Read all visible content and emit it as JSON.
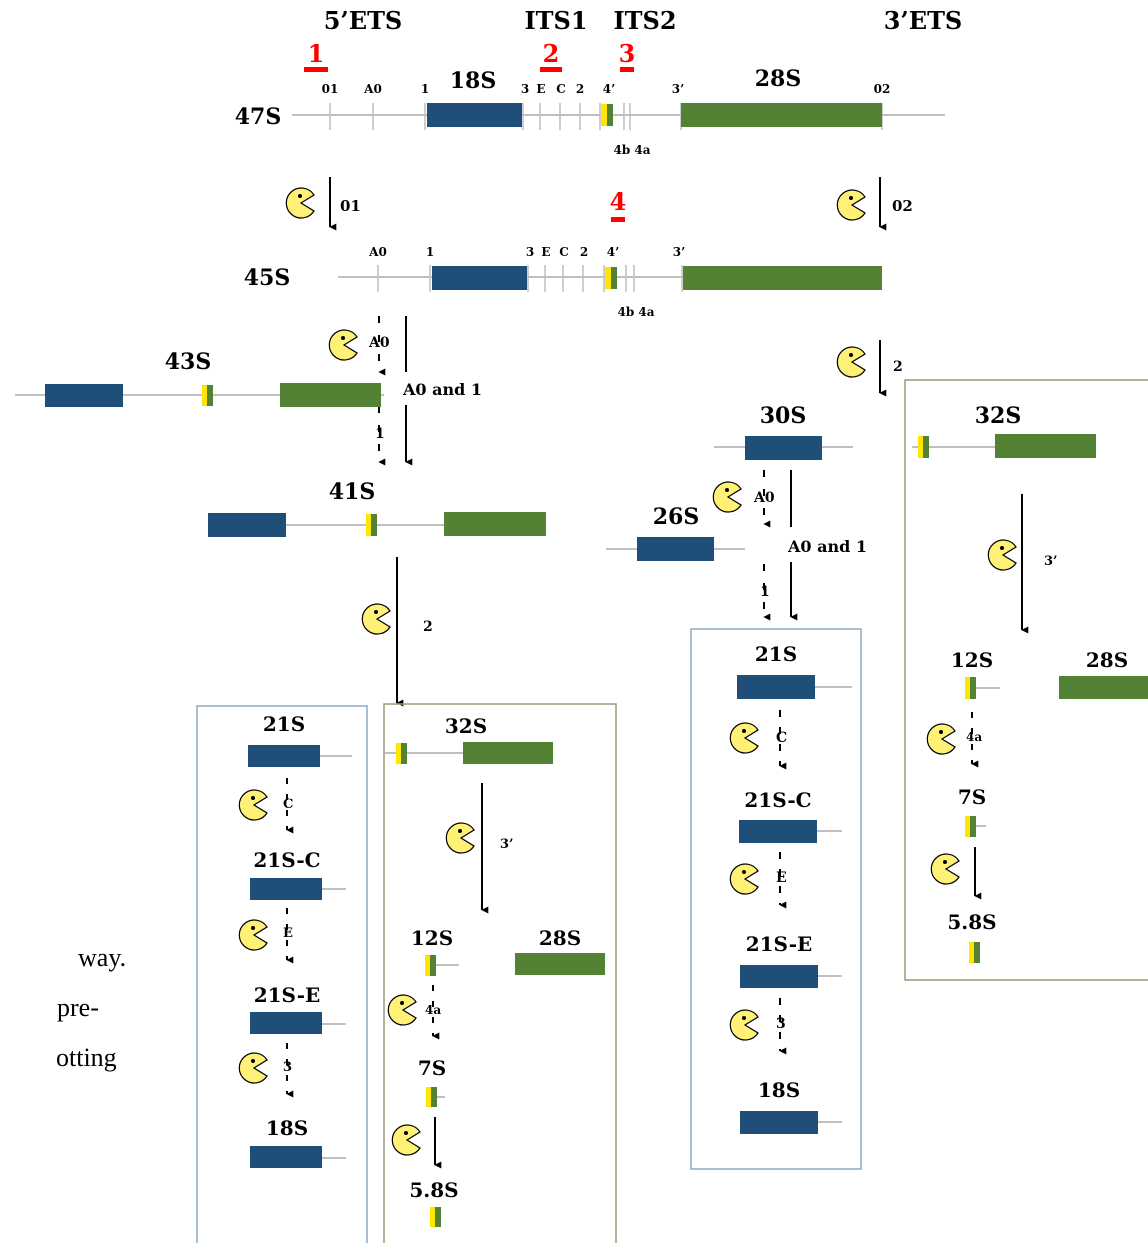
{
  "colors": {
    "rna_18s": "#1f4e79",
    "rna_28s": "#548235",
    "rna_58s_yellow": "#ffe600",
    "rna_58s_green": "#548235",
    "spacer_line": "#bfbfbf",
    "exonuclease": "#fff176",
    "box_blue": "#8ea9c8",
    "box_olive": "#9a9a7a",
    "marker_red": "#ff0000"
  },
  "region_headers": [
    "5’ETS",
    "ITS1",
    "ITS2",
    "3’ETS"
  ],
  "markers": [
    "1",
    "2",
    "3",
    "4"
  ],
  "site_labels": {
    "s47": [
      "01",
      "A0",
      "1",
      "3",
      "E",
      "C",
      "2",
      "4’",
      "3’",
      "02"
    ],
    "s47_sub": "4b 4a",
    "s45": [
      "A0",
      "1",
      "3",
      "E",
      "C",
      "2",
      "4’",
      "3’"
    ],
    "s45_sub": "4b 4a"
  },
  "species": {
    "s47": "47S",
    "s45": "45S",
    "s43": "43S",
    "s41": "41S",
    "s30": "30S",
    "s26": "26S",
    "s32_right": "32S",
    "left_21": "21S",
    "left_21c": "21S-C",
    "left_21e": "21S-E",
    "left_18": "18S",
    "mid_32": "32S",
    "mid_12": "12S",
    "mid_28": "28S",
    "mid_7": "7S",
    "mid_58": "5.8S",
    "right_21": "21S",
    "right_21c": "21S-C",
    "right_21e": "21S-E",
    "right_18": "18S",
    "far_12": "12S",
    "far_28": "28S",
    "far_7": "7S",
    "far_58": "5.8S"
  },
  "rna_names": {
    "r18": "18S",
    "r28": "28S"
  },
  "cleavage_labels": {
    "c01": "01",
    "c02": "02",
    "c45_a0": "A0",
    "c45_a0_and_1": "A0 and 1",
    "c45_1": "1",
    "c45_2": "2",
    "c41_2": "2",
    "c30_a0": "A0",
    "c30_a0_and_1": "A0 and 1",
    "c30_1": "1",
    "c32_3p": "3’",
    "mid_32_3p": "3’",
    "left_c": "C",
    "left_e": "E",
    "left_3": "3",
    "mid_4a": "4a",
    "right_c": "C",
    "right_e": "E",
    "right_3": "3",
    "far_4a": "4a"
  },
  "side_caption": [
    "way.",
    "pre-",
    "otting"
  ]
}
